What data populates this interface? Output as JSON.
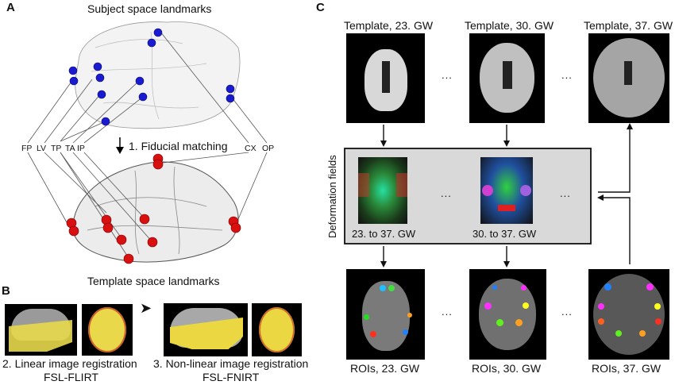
{
  "panels": {
    "A": {
      "label": "A",
      "subject_title": "Subject space landmarks",
      "template_title": "Template space landmarks",
      "step1": "1. Fiducial matching",
      "landmarks_left": [
        "FP",
        "LV",
        "TP",
        "TA",
        "IP"
      ],
      "landmarks_right": [
        "CX",
        "OP"
      ],
      "subject_marker_color": "#1a1ad0",
      "template_marker_color": "#d81010"
    },
    "B": {
      "label": "B",
      "step2_line1": "2. Linear image registration",
      "step2_line2": "FSL-FLIRT",
      "step3_line1": "3. Non-linear image registration",
      "step3_line2": "FSL-FNIRT",
      "overlay_color": "#f2e23a"
    },
    "C": {
      "label": "C",
      "templates": [
        "Template, 23. GW",
        "Template, 30. GW",
        "Template, 37. GW"
      ],
      "deformation_box_label": "Deformation fields",
      "deformations": [
        "23. to 37. GW",
        "30. to 37. GW"
      ],
      "rois": [
        "ROIs, 23. GW",
        "ROIs, 30. GW",
        "ROIs, 37. GW"
      ],
      "ellipsis": "...",
      "box_fill": "#d9d9d9"
    }
  }
}
